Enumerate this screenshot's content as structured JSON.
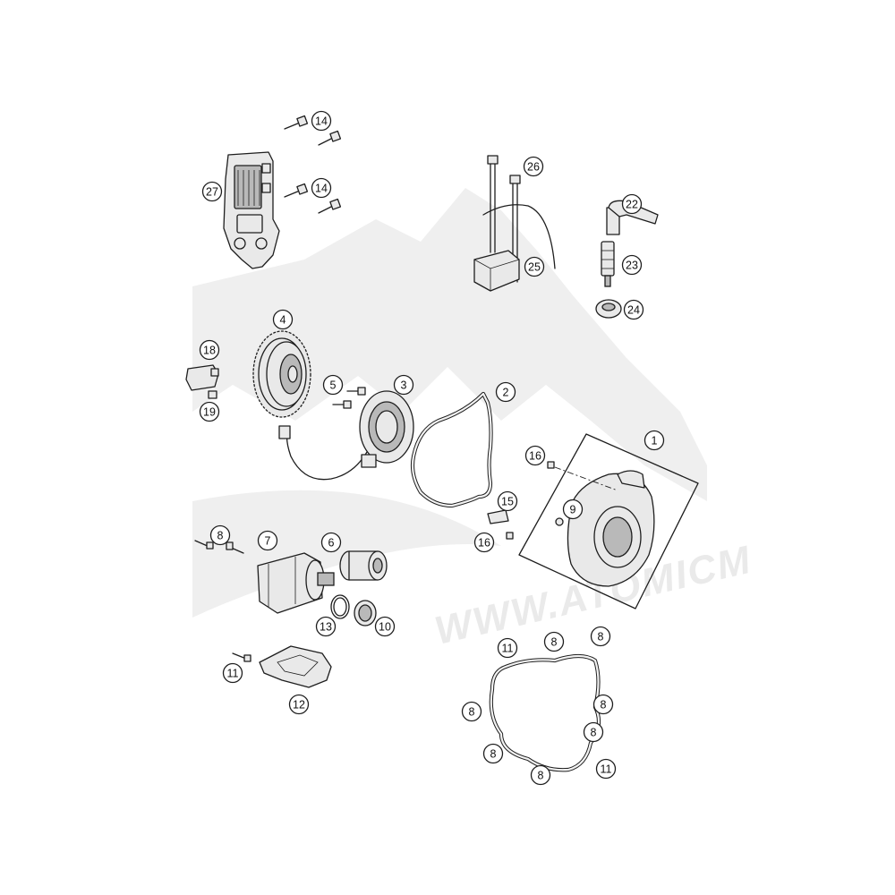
{
  "diagram": {
    "type": "exploded-parts-diagram",
    "watermark": {
      "text": "WWW.ATOMICM"
    },
    "callouts": [
      {
        "id": "c-14a",
        "label": "14"
      },
      {
        "id": "c-14b",
        "label": "14"
      },
      {
        "id": "c-27",
        "label": "27"
      },
      {
        "id": "c-26",
        "label": "26"
      },
      {
        "id": "c-22",
        "label": "22"
      },
      {
        "id": "c-25",
        "label": "25"
      },
      {
        "id": "c-23",
        "label": "23"
      },
      {
        "id": "c-24",
        "label": "24"
      },
      {
        "id": "c-4",
        "label": "4"
      },
      {
        "id": "c-18",
        "label": "18"
      },
      {
        "id": "c-5",
        "label": "5"
      },
      {
        "id": "c-3",
        "label": "3"
      },
      {
        "id": "c-2",
        "label": "2"
      },
      {
        "id": "c-19",
        "label": "19"
      },
      {
        "id": "c-1",
        "label": "1"
      },
      {
        "id": "c-16a",
        "label": "16"
      },
      {
        "id": "c-15",
        "label": "15"
      },
      {
        "id": "c-9",
        "label": "9"
      },
      {
        "id": "c-8a",
        "label": "8"
      },
      {
        "id": "c-7",
        "label": "7"
      },
      {
        "id": "c-6",
        "label": "6"
      },
      {
        "id": "c-16b",
        "label": "16"
      },
      {
        "id": "c-13",
        "label": "13"
      },
      {
        "id": "c-10",
        "label": "10"
      },
      {
        "id": "c-11a",
        "label": "11"
      },
      {
        "id": "c-8b",
        "label": "8"
      },
      {
        "id": "c-8c",
        "label": "8"
      },
      {
        "id": "c-11b",
        "label": "11"
      },
      {
        "id": "c-12",
        "label": "12"
      },
      {
        "id": "c-8d",
        "label": "8"
      },
      {
        "id": "c-8e",
        "label": "8"
      },
      {
        "id": "c-8f",
        "label": "8"
      },
      {
        "id": "c-8g",
        "label": "8"
      },
      {
        "id": "c-8h",
        "label": "8"
      },
      {
        "id": "c-11c",
        "label": "11"
      }
    ]
  }
}
